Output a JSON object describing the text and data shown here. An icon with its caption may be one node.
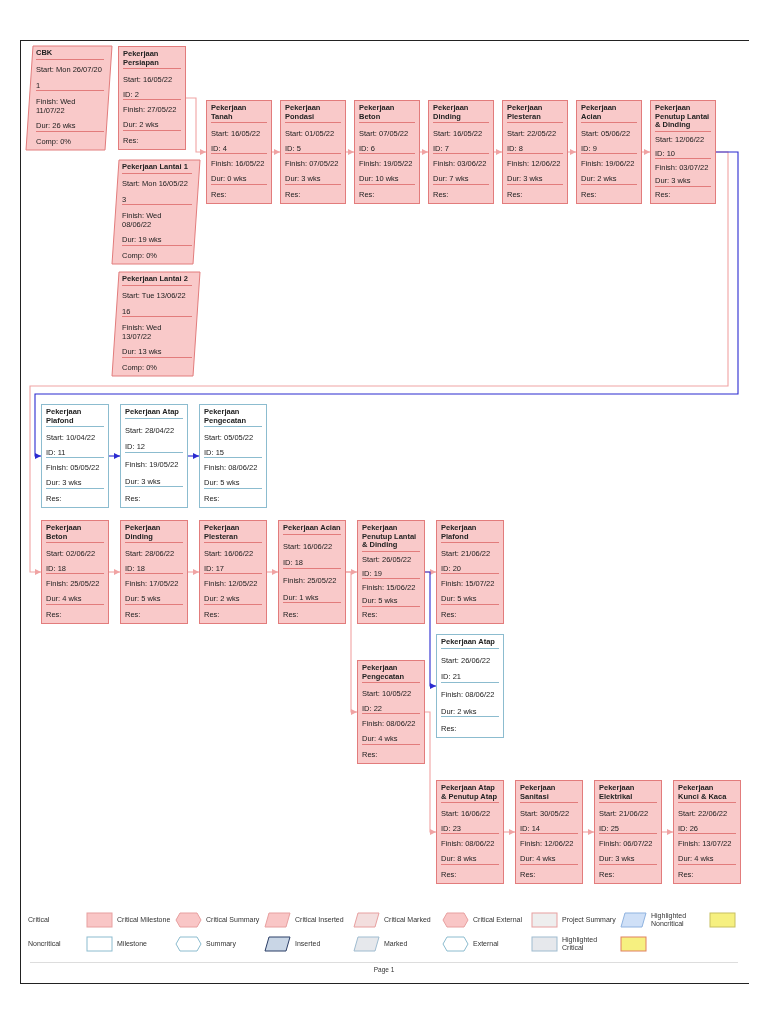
{
  "diagram": {
    "nodes": [
      {
        "text": [
          "CBK",
          "Start: Mon 26/07/20",
          "1",
          "Finish: Wed 11/07/22",
          "Dur: 26 wks",
          "Comp: 0%"
        ]
      },
      {
        "text": [
          "Pekerjaan Persiapan",
          "Start: 16/05/22",
          "ID: 2",
          "Finish: 27/05/22",
          "Dur: 2 wks",
          "Res:"
        ]
      },
      {
        "text": [
          "Pekerjaan Lantai 1",
          "Start: Mon 16/05/22",
          "3",
          "Finish: Wed 08/06/22",
          "Dur: 19 wks",
          "Comp: 0%"
        ]
      },
      {
        "text": [
          "Pekerjaan Lantai 2",
          "Start: Tue 13/06/22",
          "16",
          "Finish: Wed 13/07/22",
          "Dur: 13 wks",
          "Comp: 0%"
        ]
      },
      {
        "text": [
          "Pekerjaan Tanah",
          "Start: 16/05/22",
          "ID: 4",
          "Finish: 16/05/22",
          "Dur: 0 wks",
          "Res:"
        ]
      },
      {
        "text": [
          "Pekerjaan Pondasi",
          "Start: 01/05/22",
          "ID: 5",
          "Finish: 07/05/22",
          "Dur: 3 wks",
          "Res:"
        ]
      },
      {
        "text": [
          "Pekerjaan Beton",
          "Start: 07/05/22",
          "ID: 6",
          "Finish: 19/05/22",
          "Dur: 10 wks",
          "Res:"
        ]
      },
      {
        "text": [
          "Pekerjaan Dinding",
          "Start: 16/05/22",
          "ID: 7",
          "Finish: 03/06/22",
          "Dur: 7 wks",
          "Res:"
        ]
      },
      {
        "text": [
          "Pekerjaan Plesteran",
          "Start: 22/05/22",
          "ID: 8",
          "Finish: 12/06/22",
          "Dur: 3 wks",
          "Res:"
        ]
      },
      {
        "text": [
          "Pekerjaan Acian",
          "Start: 05/06/22",
          "ID: 9",
          "Finish: 19/06/22",
          "Dur: 2 wks",
          "Res:"
        ]
      },
      {
        "text": [
          "Pekerjaan Penutup Lantai & Dinding",
          "Start: 12/06/22",
          "ID: 10",
          "Finish: 03/07/22",
          "Dur: 3 wks",
          "Res:"
        ]
      },
      {
        "text": [
          "Pekerjaan Plafond",
          "Start: 10/04/22",
          "ID: 11",
          "Finish: 05/05/22",
          "Dur: 3 wks",
          "Res:"
        ]
      },
      {
        "text": [
          "Pekerjaan Atap",
          "Start: 28/04/22",
          "ID: 12",
          "Finish: 19/05/22",
          "Dur: 3 wks",
          "Res:"
        ]
      },
      {
        "text": [
          "Pekerjaan Pengecatan",
          "Start: 05/05/22",
          "ID: 15",
          "Finish: 08/06/22",
          "Dur: 5 wks",
          "Res:"
        ]
      },
      {
        "text": [
          "Pekerjaan Beton",
          "Start: 02/06/22",
          "ID: 18",
          "Finish: 25/05/22",
          "Dur: 4 wks",
          "Res:"
        ]
      },
      {
        "text": [
          "Pekerjaan Dinding",
          "Start: 28/06/22",
          "ID: 18",
          "Finish: 17/05/22",
          "Dur: 5 wks",
          "Res:"
        ]
      },
      {
        "text": [
          "Pekerjaan Plesteran",
          "Start: 16/06/22",
          "ID: 17",
          "Finish: 12/05/22",
          "Dur: 2 wks",
          "Res:"
        ]
      },
      {
        "text": [
          "Pekerjaan Acian",
          "Start: 16/06/22",
          "ID: 18",
          "Finish: 25/05/22",
          "Dur: 1 wks",
          "Res:"
        ]
      },
      {
        "text": [
          "Pekerjaan Penutup Lantai & Dinding",
          "Start: 26/05/22",
          "ID: 19",
          "Finish: 15/06/22",
          "Dur: 5 wks",
          "Res:"
        ]
      },
      {
        "text": [
          "Pekerjaan Plafond",
          "Start: 21/06/22",
          "ID: 20",
          "Finish: 15/07/22",
          "Dur: 5 wks",
          "Res:"
        ]
      },
      {
        "text": [
          "Pekerjaan Atap",
          "Start: 26/06/22",
          "ID: 21",
          "Finish: 08/06/22",
          "Dur: 2 wks",
          "Res:"
        ]
      },
      {
        "text": [
          "Pekerjaan Pengecatan",
          "Start: 10/05/22",
          "ID: 22",
          "Finish: 08/06/22",
          "Dur: 4 wks",
          "Res:"
        ]
      },
      {
        "text": [
          "Pekerjaan Atap & Penutup Atap",
          "Start: 16/06/22",
          "ID: 23",
          "Finish: 08/06/22",
          "Dur: 8 wks",
          "Res:"
        ]
      },
      {
        "text": [
          "Pekerjaan Sanitasi",
          "Start: 30/05/22",
          "ID: 14",
          "Finish: 12/06/22",
          "Dur: 4 wks",
          "Res:"
        ]
      },
      {
        "text": [
          "Pekerjaan Elektrikal",
          "Start: 21/06/22",
          "ID: 25",
          "Finish: 06/07/22",
          "Dur: 3 wks",
          "Res:"
        ]
      },
      {
        "text": [
          "Pekerjaan Kunci & Kaca",
          "Start: 22/06/22",
          "ID: 26",
          "Finish: 13/07/22",
          "Dur: 4 wks",
          "Res:"
        ]
      }
    ],
    "edges": [
      {
        "from": 1,
        "to": 4,
        "arrow": "to"
      },
      {
        "from": 4,
        "to": 5,
        "arrow": "to"
      },
      {
        "from": 5,
        "to": 6,
        "arrow": "to"
      },
      {
        "from": 6,
        "to": 7,
        "arrow": "to"
      },
      {
        "from": 7,
        "to": 8,
        "arrow": "to"
      },
      {
        "from": 8,
        "to": 9,
        "arrow": "to"
      },
      {
        "from": 9,
        "to": 10,
        "arrow": "to"
      },
      {
        "from": 10,
        "to": 14,
        "arrow": "to"
      },
      {
        "from": 10,
        "to": 11,
        "arrow": "to",
        "color": "#2b2bd0"
      },
      {
        "from": 11,
        "to": 12,
        "arrow": "to",
        "color": "#2b2bd0"
      },
      {
        "from": 12,
        "to": 13,
        "arrow": "to",
        "color": "#2b2bd0"
      },
      {
        "from": 14,
        "to": 15,
        "arrow": "to"
      },
      {
        "from": 15,
        "to": 16,
        "arrow": "to"
      },
      {
        "from": 16,
        "to": 17,
        "arrow": "to"
      },
      {
        "from": 17,
        "to": 18,
        "arrow": "to"
      },
      {
        "from": 18,
        "to": 19,
        "arrow": "to"
      },
      {
        "from": 18,
        "to": 20,
        "arrow": "to",
        "color": "#2b2bd0"
      },
      {
        "from": 17,
        "to": 21,
        "arrow": "to"
      },
      {
        "from": 21,
        "to": 22,
        "arrow": "to"
      },
      {
        "from": 22,
        "to": 23,
        "arrow": "to"
      },
      {
        "from": 23,
        "to": 24,
        "arrow": "to"
      },
      {
        "from": 24,
        "to": 25,
        "arrow": "to"
      }
    ],
    "labels": [
      "Page 1"
    ],
    "legend": [
      {
        "text": "Critical",
        "color": "#f9c6c6"
      },
      {
        "text": "Critical Milestone",
        "color": "#f9c6c6"
      },
      {
        "text": "Critical Summary",
        "color": "#f9c6c6"
      },
      {
        "text": "Critical Inserted",
        "color": "#f3dede"
      },
      {
        "text": "Critical Marked",
        "color": "#f9c6c6"
      },
      {
        "text": "Critical External",
        "color": "#eeeeee"
      },
      {
        "text": "Project Summary",
        "color": "#cfe0f7"
      },
      {
        "text": "Highlighted Noncritical",
        "color": "#f6f080"
      },
      {
        "text": "Noncritical",
        "color": "#ffffff"
      },
      {
        "text": "Milestone",
        "color": "#ffffff"
      },
      {
        "text": "Summary",
        "color": "#c9d6e6"
      },
      {
        "text": "Inserted",
        "color": "#e6e8ec"
      },
      {
        "text": "Marked",
        "color": "#ffffff"
      },
      {
        "text": "External",
        "color": "#e6e8ec"
      },
      {
        "text": "Highlighted Critical",
        "color": "#f6f080"
      }
    ]
  }
}
